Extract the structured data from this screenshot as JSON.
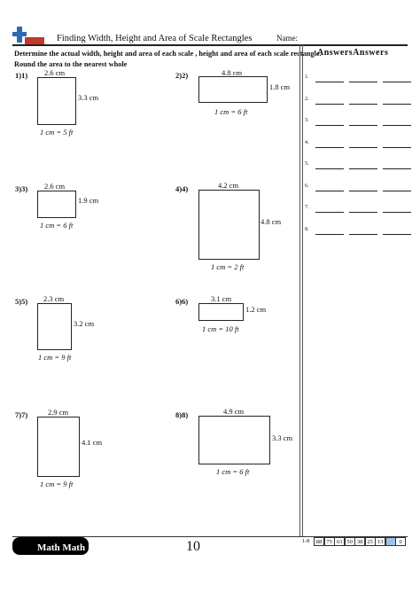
{
  "header": {
    "title": "Finding Width, Height and Area of Scale Rectangles",
    "name_label": "Name:"
  },
  "instructions": {
    "line1": "Determine the actual width, height and area of each scale , height and area of each scale rectangle.",
    "line2": "Round the area to the nearest whole"
  },
  "answers": {
    "heading": "AnswersAnswers",
    "rows": [
      "1.",
      "2.",
      "3.",
      "4.",
      "5.",
      "6.",
      "7.",
      "8."
    ]
  },
  "problems": [
    {
      "num": "1)1)",
      "width": "2.6 cm",
      "height": "3.3 cm",
      "scale": "1 cm = 5 ft"
    },
    {
      "num": "2)2)",
      "width": "4.8 cm",
      "height": "1.8 cm",
      "scale": "1 cm = 6 ft"
    },
    {
      "num": "3)3)",
      "width": "2.6 cm",
      "height": "1.9 cm",
      "scale": "1 cm = 6 ft"
    },
    {
      "num": "4)4)",
      "width": "4.2 cm",
      "height": "4.8 cm",
      "scale": "1 cm = 2 ft"
    },
    {
      "num": "5)5)",
      "width": "2.3 cm",
      "height": "3.2 cm",
      "scale": "1 cm = 9 ft"
    },
    {
      "num": "6)6)",
      "width": "3.1 cm",
      "height": "1.2 cm",
      "scale": "1 cm = 10 ft"
    },
    {
      "num": "7)7)",
      "width": "2.9 cm",
      "height": "4.1 cm",
      "scale": "1 cm = 9 ft"
    },
    {
      "num": "8)8)",
      "width": "4.9 cm",
      "height": "3.3 cm",
      "scale": "1 cm = 6 ft"
    }
  ],
  "footer": {
    "logo_text": "Math Math",
    "page_number": "10",
    "score_label": "1-8",
    "score_values": [
      "88",
      "75",
      "63",
      "50",
      "38",
      "25",
      "13",
      "",
      "0"
    ]
  }
}
